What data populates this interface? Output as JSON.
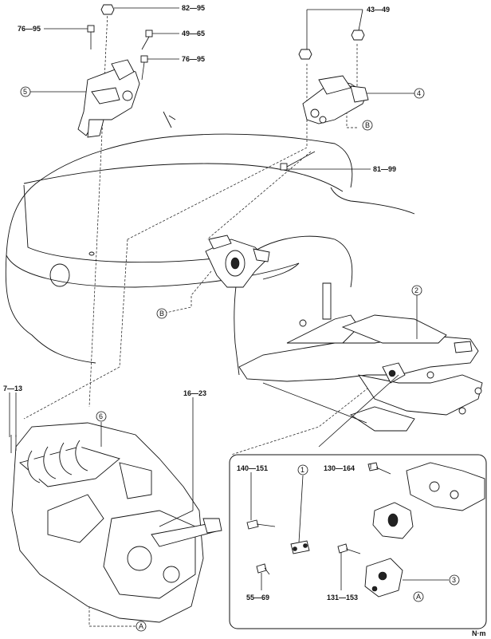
{
  "torque_labels": {
    "t1": "82—95",
    "t2": "76—95",
    "t3": "49—65",
    "t4": "76—95",
    "t5": "43—49",
    "t6": "81—99",
    "t7": "7—13",
    "t8": "16—23",
    "t9": "140—151",
    "t10": "130—164",
    "t11": "55—69",
    "t12": "131—153"
  },
  "callouts": {
    "c1": "1",
    "c2": "2",
    "c3": "3",
    "c4": "4",
    "c5": "5",
    "c6": "6",
    "refA1": "A",
    "refA2": "A",
    "refB1": "B",
    "refB2": "B"
  },
  "unit": "N·m"
}
